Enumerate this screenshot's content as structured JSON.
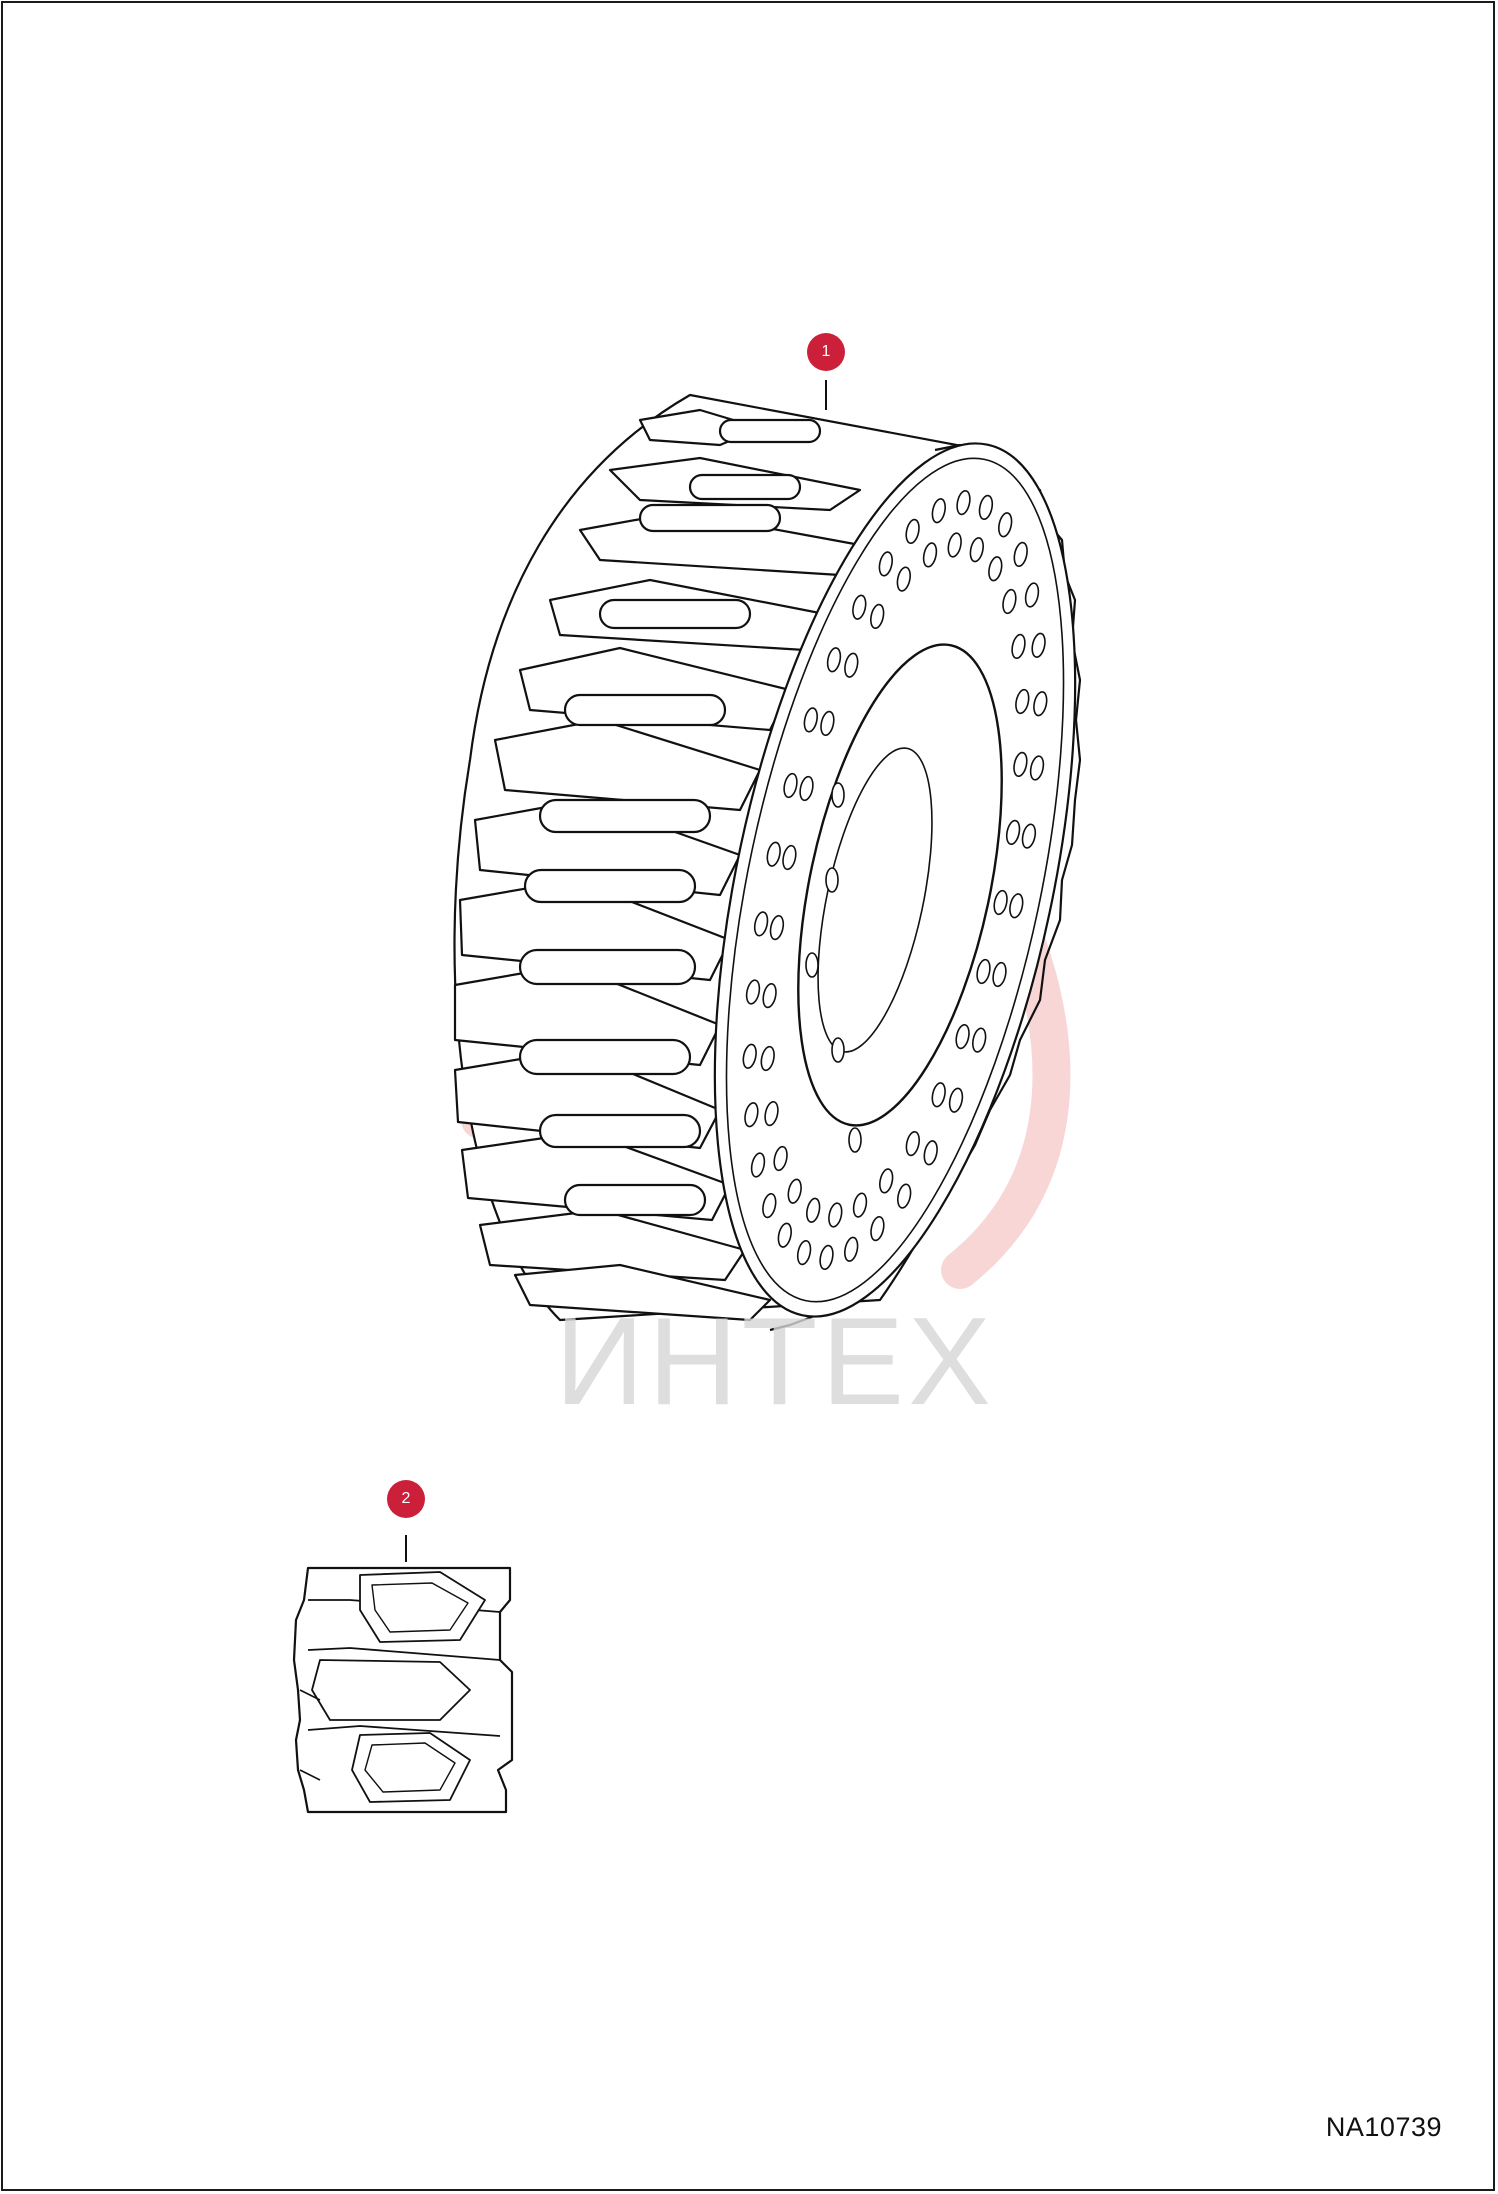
{
  "diagram": {
    "watermark_text": "ИНТЕХ",
    "drawing_code": "NA10739",
    "callouts": [
      {
        "number": "1",
        "part": "tire-assembly"
      },
      {
        "number": "2",
        "part": "tread-section"
      }
    ]
  },
  "colors": {
    "callout_fill": "#cc1f3a",
    "line": "#111111",
    "watermark_logo": "#f4b5b5",
    "watermark_text": "#d6d6d6"
  }
}
